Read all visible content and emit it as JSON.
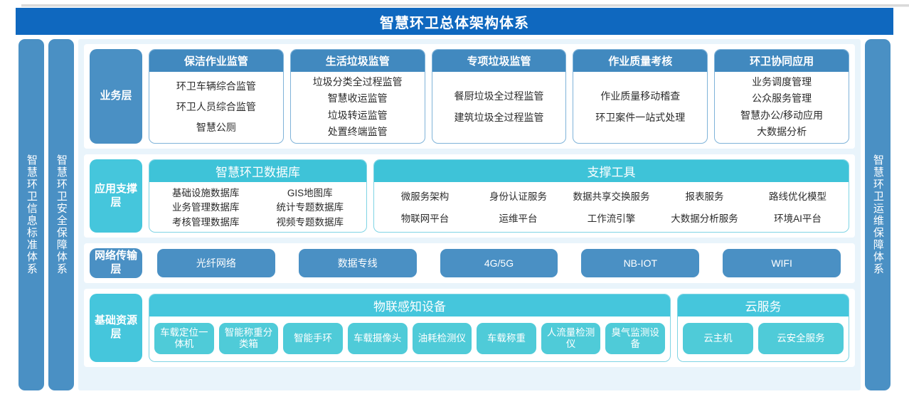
{
  "banner": {
    "title": "智慧环卫总体架构体系"
  },
  "pillars": {
    "left": [
      {
        "name": "information-standard-system",
        "label": "智慧环卫信息标准体系"
      },
      {
        "name": "security-guarantee-system",
        "label": "智慧环卫安全保障体系"
      }
    ],
    "right": [
      {
        "name": "operation-maintenance-system",
        "label": "智慧环卫运维保障体系"
      }
    ]
  },
  "layers": {
    "business": {
      "tag": "业务层",
      "cards": [
        {
          "title": "保洁作业监管",
          "items": [
            "环卫车辆综合监管",
            "环卫人员综合监管",
            "智慧公厕"
          ],
          "roomy": true
        },
        {
          "title": "生活垃圾监管",
          "items": [
            "垃圾分类全过程监管",
            "智慧收运监管",
            "垃圾转运监管",
            "处置终端监管"
          ],
          "roomy": false
        },
        {
          "title": "专项垃圾监管",
          "items": [
            "餐厨垃圾全过程监管",
            "建筑垃圾全过程监管"
          ],
          "roomy": true
        },
        {
          "title": "作业质量考核",
          "items": [
            "作业质量移动稽查",
            "环卫案件一站式处理"
          ],
          "roomy": true
        },
        {
          "title": "环卫协同应用",
          "items": [
            "业务调度管理",
            "公众服务管理",
            "智慧办公/移动应用",
            "大数据分析"
          ],
          "roomy": false
        }
      ]
    },
    "support": {
      "tag": "应用支撑层",
      "database": {
        "title": "智慧环卫数据库",
        "rows": [
          [
            "基础设施数据库",
            "GIS地图库"
          ],
          [
            "业务管理数据库",
            "统计专题数据库"
          ],
          [
            "考核管理数据库",
            "视频专题数据库"
          ]
        ]
      },
      "tools": {
        "title": "支撑工具",
        "rows": [
          [
            "微服务架构",
            "身份认证服务",
            "数据共享交换服务",
            "报表服务",
            "路线优化模型"
          ],
          [
            "物联网平台",
            "运维平台",
            "工作流引擎",
            "大数据分析服务",
            "环境AI平台"
          ]
        ]
      }
    },
    "network": {
      "tag": "网络传输层",
      "pills": [
        "光纤网络",
        "数据专线",
        "4G/5G",
        "NB-IOT",
        "WIFI"
      ]
    },
    "base": {
      "tag": "基础资源层",
      "iot": {
        "title": "物联感知设备",
        "devices": [
          "车载定位一体机",
          "智能称重分类箱",
          "智能手环",
          "车载摄像头",
          "油耗检测仪",
          "车载称重",
          "人流量检测仪",
          "臭气监测设备"
        ]
      },
      "cloud": {
        "title": "云服务",
        "items": [
          "云主机",
          "云安全服务"
        ]
      }
    }
  },
  "colors": {
    "banner_blue": "#0f68bf",
    "pillar_blue": "#4a90c4",
    "card_head_blue": "#4189bf",
    "cyan": "#3ec3d8",
    "chip_cyan": "#4fcbd8",
    "panel_bg": "#e9f4fb"
  }
}
